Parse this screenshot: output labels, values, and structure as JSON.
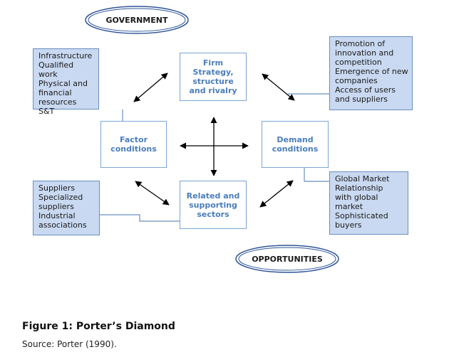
{
  "nodes": {
    "government": "GOVERNMENT",
    "opportunities": "OPPORTUNITIES",
    "firm_strategy": "Firm\nStrategy,\nstructure\nand rivalry",
    "factor_conditions": "Factor\nconditions",
    "demand_conditions": "Demand\nconditions",
    "related_sectors": "Related and\nsupporting\nsectors"
  },
  "notes": {
    "factor_top": "Infrastructure\nQualified work\nPhysical and\nfinancial\nresources\nS&T",
    "demand_top": "Promotion of\ninnovation and\ncompetition\nEmergence of new\ncompanies\nAccess  of  users\nand suppliers",
    "factor_bottom": "Suppliers\nSpecialized\nsuppliers\nIndustrial\nassociations",
    "demand_bottom": "Global Market\nRelationship\nwith global\nmarket\nSophisticated\nbuyers"
  },
  "caption": "Figure 1: Porter’s Diamond",
  "source": "Source: Porter (1990).",
  "colors": {
    "center_text": "#4a7ebb",
    "box_border": "#7aa6d6",
    "note_fill": "#c9d9f1",
    "ellipse_stroke": "#2f5597"
  }
}
